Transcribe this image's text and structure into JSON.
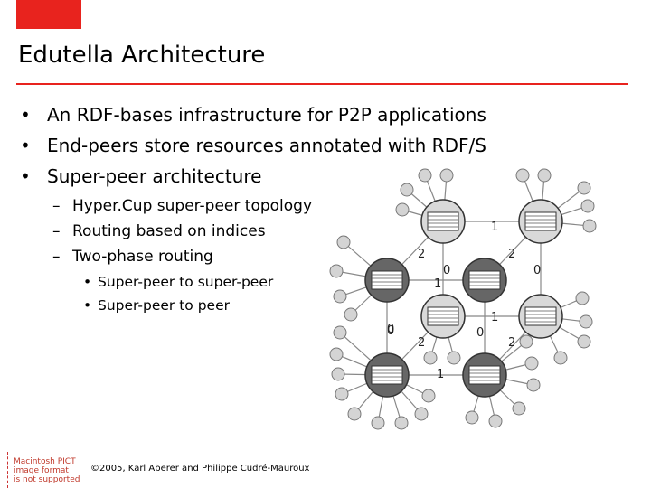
{
  "slide": {
    "title": "Edutella Architecture",
    "accent_color": "#e8231e",
    "bullets": [
      "An RDF-bases infrastructure for P2P applications",
      "End-peers store resources annotated with RDF/S",
      "Super-peer architecture"
    ],
    "sub_bullets": [
      "Hyper.Cup super-peer topology",
      "Routing based on indices",
      "Two-phase routing"
    ],
    "sub_sub_bullets": [
      "Super-peer to super-peer",
      "Super-peer to peer"
    ],
    "bullet_glyph": "•",
    "dash_glyph": "–",
    "footer": "©2005, Karl Aberer and Philippe Cudré-Mauroux",
    "placeholder_lines": [
      "Macintosh PICT",
      "image format",
      "is not supported"
    ]
  },
  "diagram": {
    "edge_labels": [
      "1",
      "2",
      "0",
      "2",
      "0",
      "1",
      "0",
      "1",
      "0",
      "2",
      "0",
      "2",
      "1"
    ]
  }
}
